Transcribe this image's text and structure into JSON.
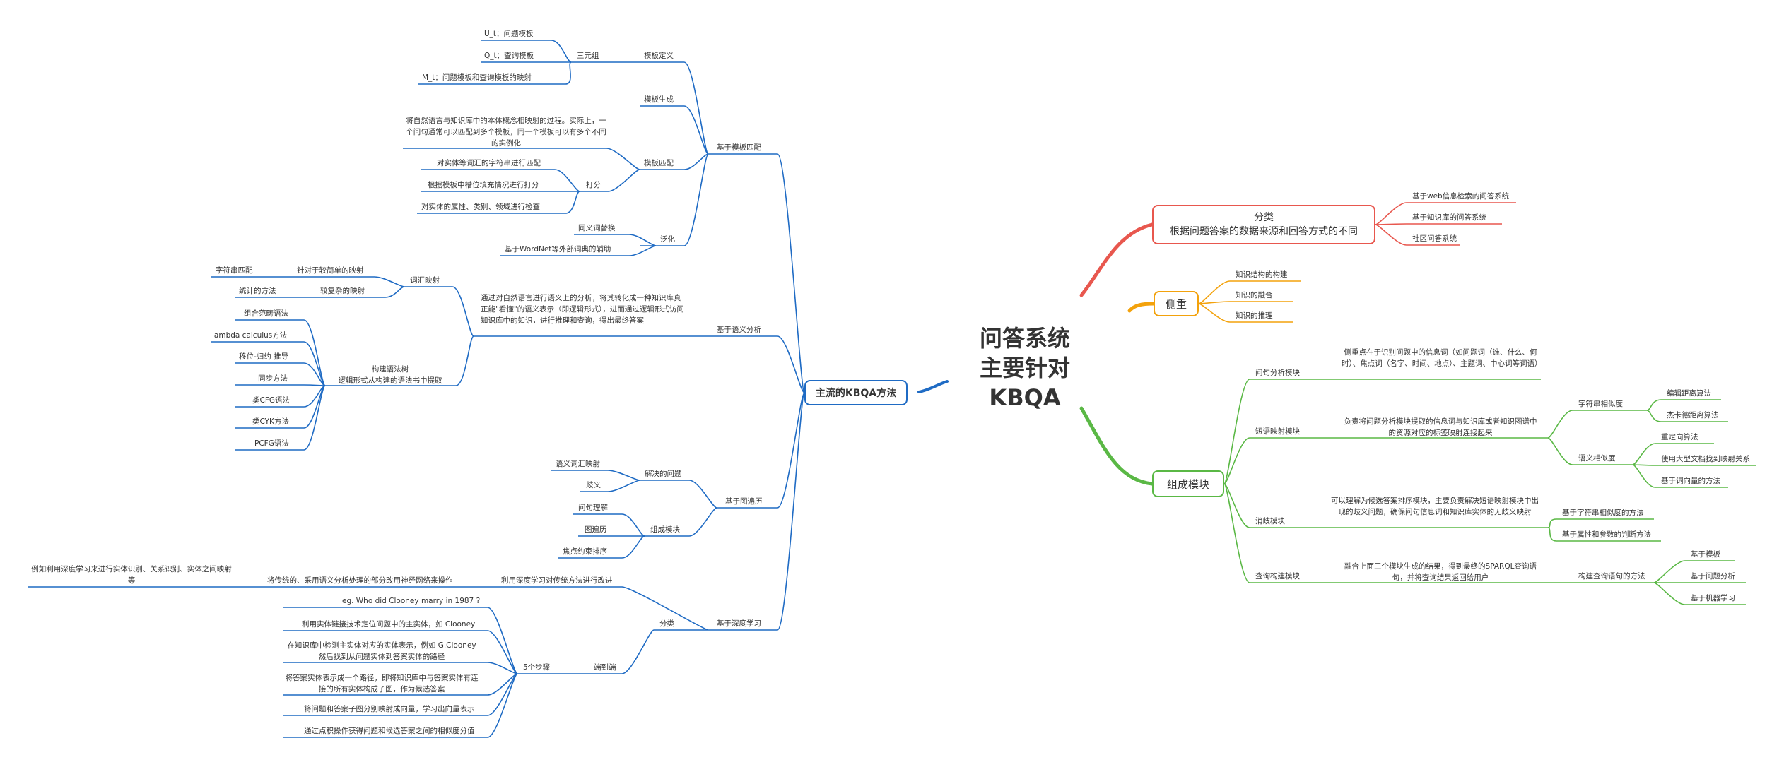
{
  "root": {
    "line1": "问答系统",
    "line2": "主要针对KBQA"
  },
  "left": {
    "main": "主流的KBQA方法",
    "template": {
      "label": "基于模板匹配",
      "definition": {
        "label": "模板定义",
        "triple": "三元组",
        "items": [
          "U_t：问题模板",
          "Q_t：查询模板",
          "M_t：问题模板和查询模板的映射"
        ]
      },
      "generation": "模板生成",
      "matching": {
        "label": "模板匹配",
        "desc": "将自然语言与知识库中的本体概念相映射的过程。实际上，一个问句通常可以匹配到多个模板，同一个模板可以有多个不同的实例化",
        "score": "打分",
        "score_items": [
          "对实体等词汇的字符串进行匹配",
          "根据模板中槽位填充情况进行打分",
          "对实体的属性、类别、领域进行检查"
        ]
      },
      "general": {
        "label": "泛化",
        "items": [
          "同义词替换",
          "基于WordNet等外部词典的辅助"
        ]
      }
    },
    "semantic": {
      "label": "基于语义分析",
      "desc": "通过对自然语言进行语义上的分析，将其转化成一种知识库真正能\"看懂\"的语义表示（即逻辑形式），进而通过逻辑形式访问知识库中的知识，进行推理和查询，得出最终答案",
      "vocab": {
        "label": "词汇映射",
        "simple": "针对于较简单的映射",
        "simple_item": "字符串匹配",
        "complex": "较复杂的映射",
        "complex_item": "统计的方法"
      },
      "grammar": {
        "line1": "构建语法树",
        "line2": "逻辑形式从构建的语法书中提取",
        "items": [
          "组合范畴语法",
          "lambda calculus方法",
          "移位-归约 推导",
          "同步方法",
          "类CFG语法",
          "类CYK方法",
          "PCFG语法"
        ]
      }
    },
    "graph": {
      "label": "基于图遍历",
      "solve": {
        "label": "解决的问题",
        "items": [
          "语义词汇映射",
          "歧义"
        ]
      },
      "modules": {
        "label": "组成模块",
        "items": [
          "问句理解",
          "图遍历",
          "焦点约束排序"
        ]
      }
    },
    "deep": {
      "label": "基于深度学习",
      "improve": {
        "label": "利用深度学习对传统方法进行改进",
        "item": "将传统的、采用语义分析处理的部分改用神经网络来操作",
        "example": "例如利用深度学习来进行实体识别、关系识别、实体之间映射等"
      },
      "class": {
        "label": "分类"
      },
      "e2e": {
        "label": "端到端",
        "steps_label": "5个步骤",
        "steps": [
          "eg. Who did Clooney marry in 1987 ?",
          "利用实体链接技术定位问题中的主实体，如 Clooney",
          "在知识库中检测主实体对应的实体表示，例如 G.Clooney 然后找到从问题实体到答案实体的路径",
          "将答案实体表示成一个路径，即将知识库中与答案实体有连接的所有实体构成子图，作为候选答案",
          "将问题和答案子图分别映射成向量，学习出向量表示",
          "通过点积操作获得问题和候选答案之间的相似度分值"
        ]
      }
    }
  },
  "right": {
    "classify": {
      "line1": "分类",
      "line2": "根据问题答案的数据来源和回答方式的不同",
      "items": [
        "基于web信息检索的问答系统",
        "基于知识库的问答系统",
        "社区问答系统"
      ]
    },
    "focus": {
      "label": "侧重",
      "items": [
        "知识结构的构建",
        "知识的融合",
        "知识的推理"
      ]
    },
    "modules": {
      "label": "组成模块",
      "qa": {
        "label": "问句分析模块",
        "desc": "侧重点在于识别问题中的信息词（如问题词（谁、什么、何时）、焦点词（名字、时间、地点）、主题词、中心词等词语）"
      },
      "phrase": {
        "label": "短语映射模块",
        "desc": "负责将问题分析模块提取的信息词与知识库或者知识图谱中的资源对应的标签映射连接起来",
        "str_sim": {
          "label": "字符串相似度",
          "items": [
            "编辑距离算法",
            "杰卡德距离算法"
          ]
        },
        "sem_sim": {
          "label": "语义相似度",
          "items": [
            "重定向算法",
            "使用大型文档找到映射关系",
            "基于词向量的方法"
          ]
        }
      },
      "disamb": {
        "label": "消歧模块",
        "desc": "可以理解为候选答案排序模块，主要负责解决短语映射模块中出现的歧义问题，确保问句信息词和知识库实体的无歧义映射",
        "items": [
          "基于字符串相似度的方法",
          "基于属性和参数的判断方法"
        ]
      },
      "query": {
        "label": "查询构建模块",
        "desc": "融合上面三个模块生成的结果，得到最终的SPARQL查询语句，并将查询结果返回给用户",
        "method": "构建查询语句的方法",
        "items": [
          "基于模板",
          "基于问题分析",
          "基于机器学习"
        ]
      }
    }
  },
  "colors": {
    "blue": "#1f6bc4",
    "red": "#e8574e",
    "orange": "#f3a20c",
    "green": "#5ab845"
  }
}
